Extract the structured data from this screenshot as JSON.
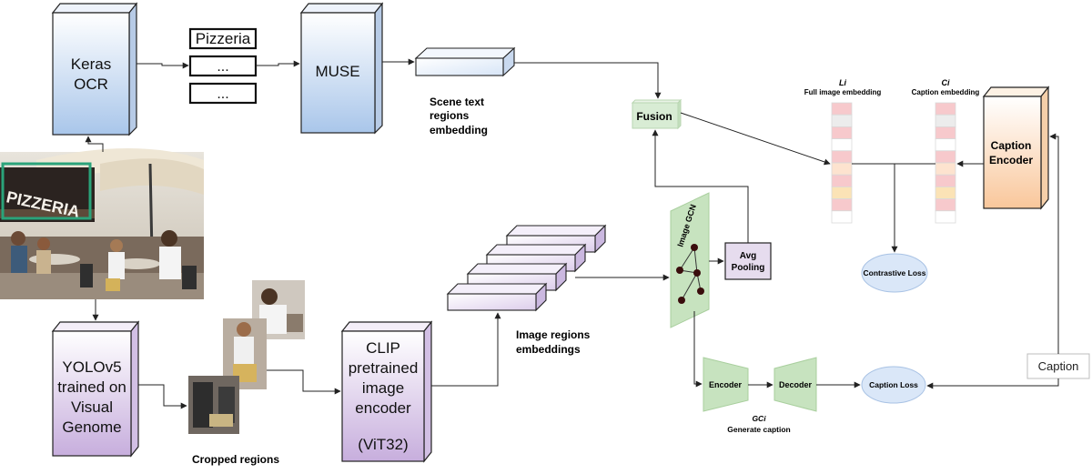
{
  "diagram": {
    "keras_ocr": {
      "line1": "Keras",
      "line2": "OCR"
    },
    "ocr_boxes": {
      "box1": "Pizzeria",
      "box2": "...",
      "box3": "..."
    },
    "muse": "MUSE",
    "scene_text": {
      "line1": "Scene text",
      "line2": "regions",
      "line3": "embedding"
    },
    "fusion": "Fusion",
    "li": {
      "symbol": "Li",
      "caption": "Full image embedding"
    },
    "ci": {
      "symbol": "Ci",
      "caption": "Caption embedding"
    },
    "caption_encoder": {
      "line1": "Caption",
      "line2": "Encoder"
    },
    "image_gcn": "Image GCN",
    "avg_pooling": {
      "line1": "Avg",
      "line2": "Pooling"
    },
    "contrastive_loss": "Contrastive Loss",
    "yolo": {
      "line1": "YOLOv5",
      "line2": "trained on",
      "line3": "Visual",
      "line4": "Genome"
    },
    "cropped_regions": "Cropped regions",
    "clip": {
      "line1": "CLIP",
      "line2": "pretrained",
      "line3": "image",
      "line4": "encoder",
      "line5": "(ViT32)"
    },
    "image_regions": {
      "line1": "Image regions",
      "line2": "embeddings"
    },
    "encoder": "Encoder",
    "decoder": "Decoder",
    "gci": {
      "symbol": "GCi",
      "caption": "Generate caption"
    },
    "caption_loss": "Caption Loss",
    "caption_input": "Caption",
    "photo_sign": "PIZZERIA"
  },
  "colors": {
    "blue_box": "#dbe7f7",
    "purple_box": "#e6dcee",
    "orange_box": "#fde2c5",
    "green_box": "#d8ecd4",
    "loss_ellipse": "#dae7f8",
    "li_cells": [
      "#f7c9cc",
      "#ececec",
      "#f7c9cc",
      "#ffffff",
      "#f7c9cc",
      "#fde3cf",
      "#f7c9cc",
      "#fbe3b6",
      "#f7c9cc",
      "#ffffff"
    ],
    "ci_cells": [
      "#f7c9cc",
      "#ececec",
      "#f7c9cc",
      "#ffffff",
      "#f7c9cc",
      "#fde3cf",
      "#f7c9cc",
      "#fbe3b6",
      "#f7c9cc",
      "#ffffff"
    ]
  }
}
